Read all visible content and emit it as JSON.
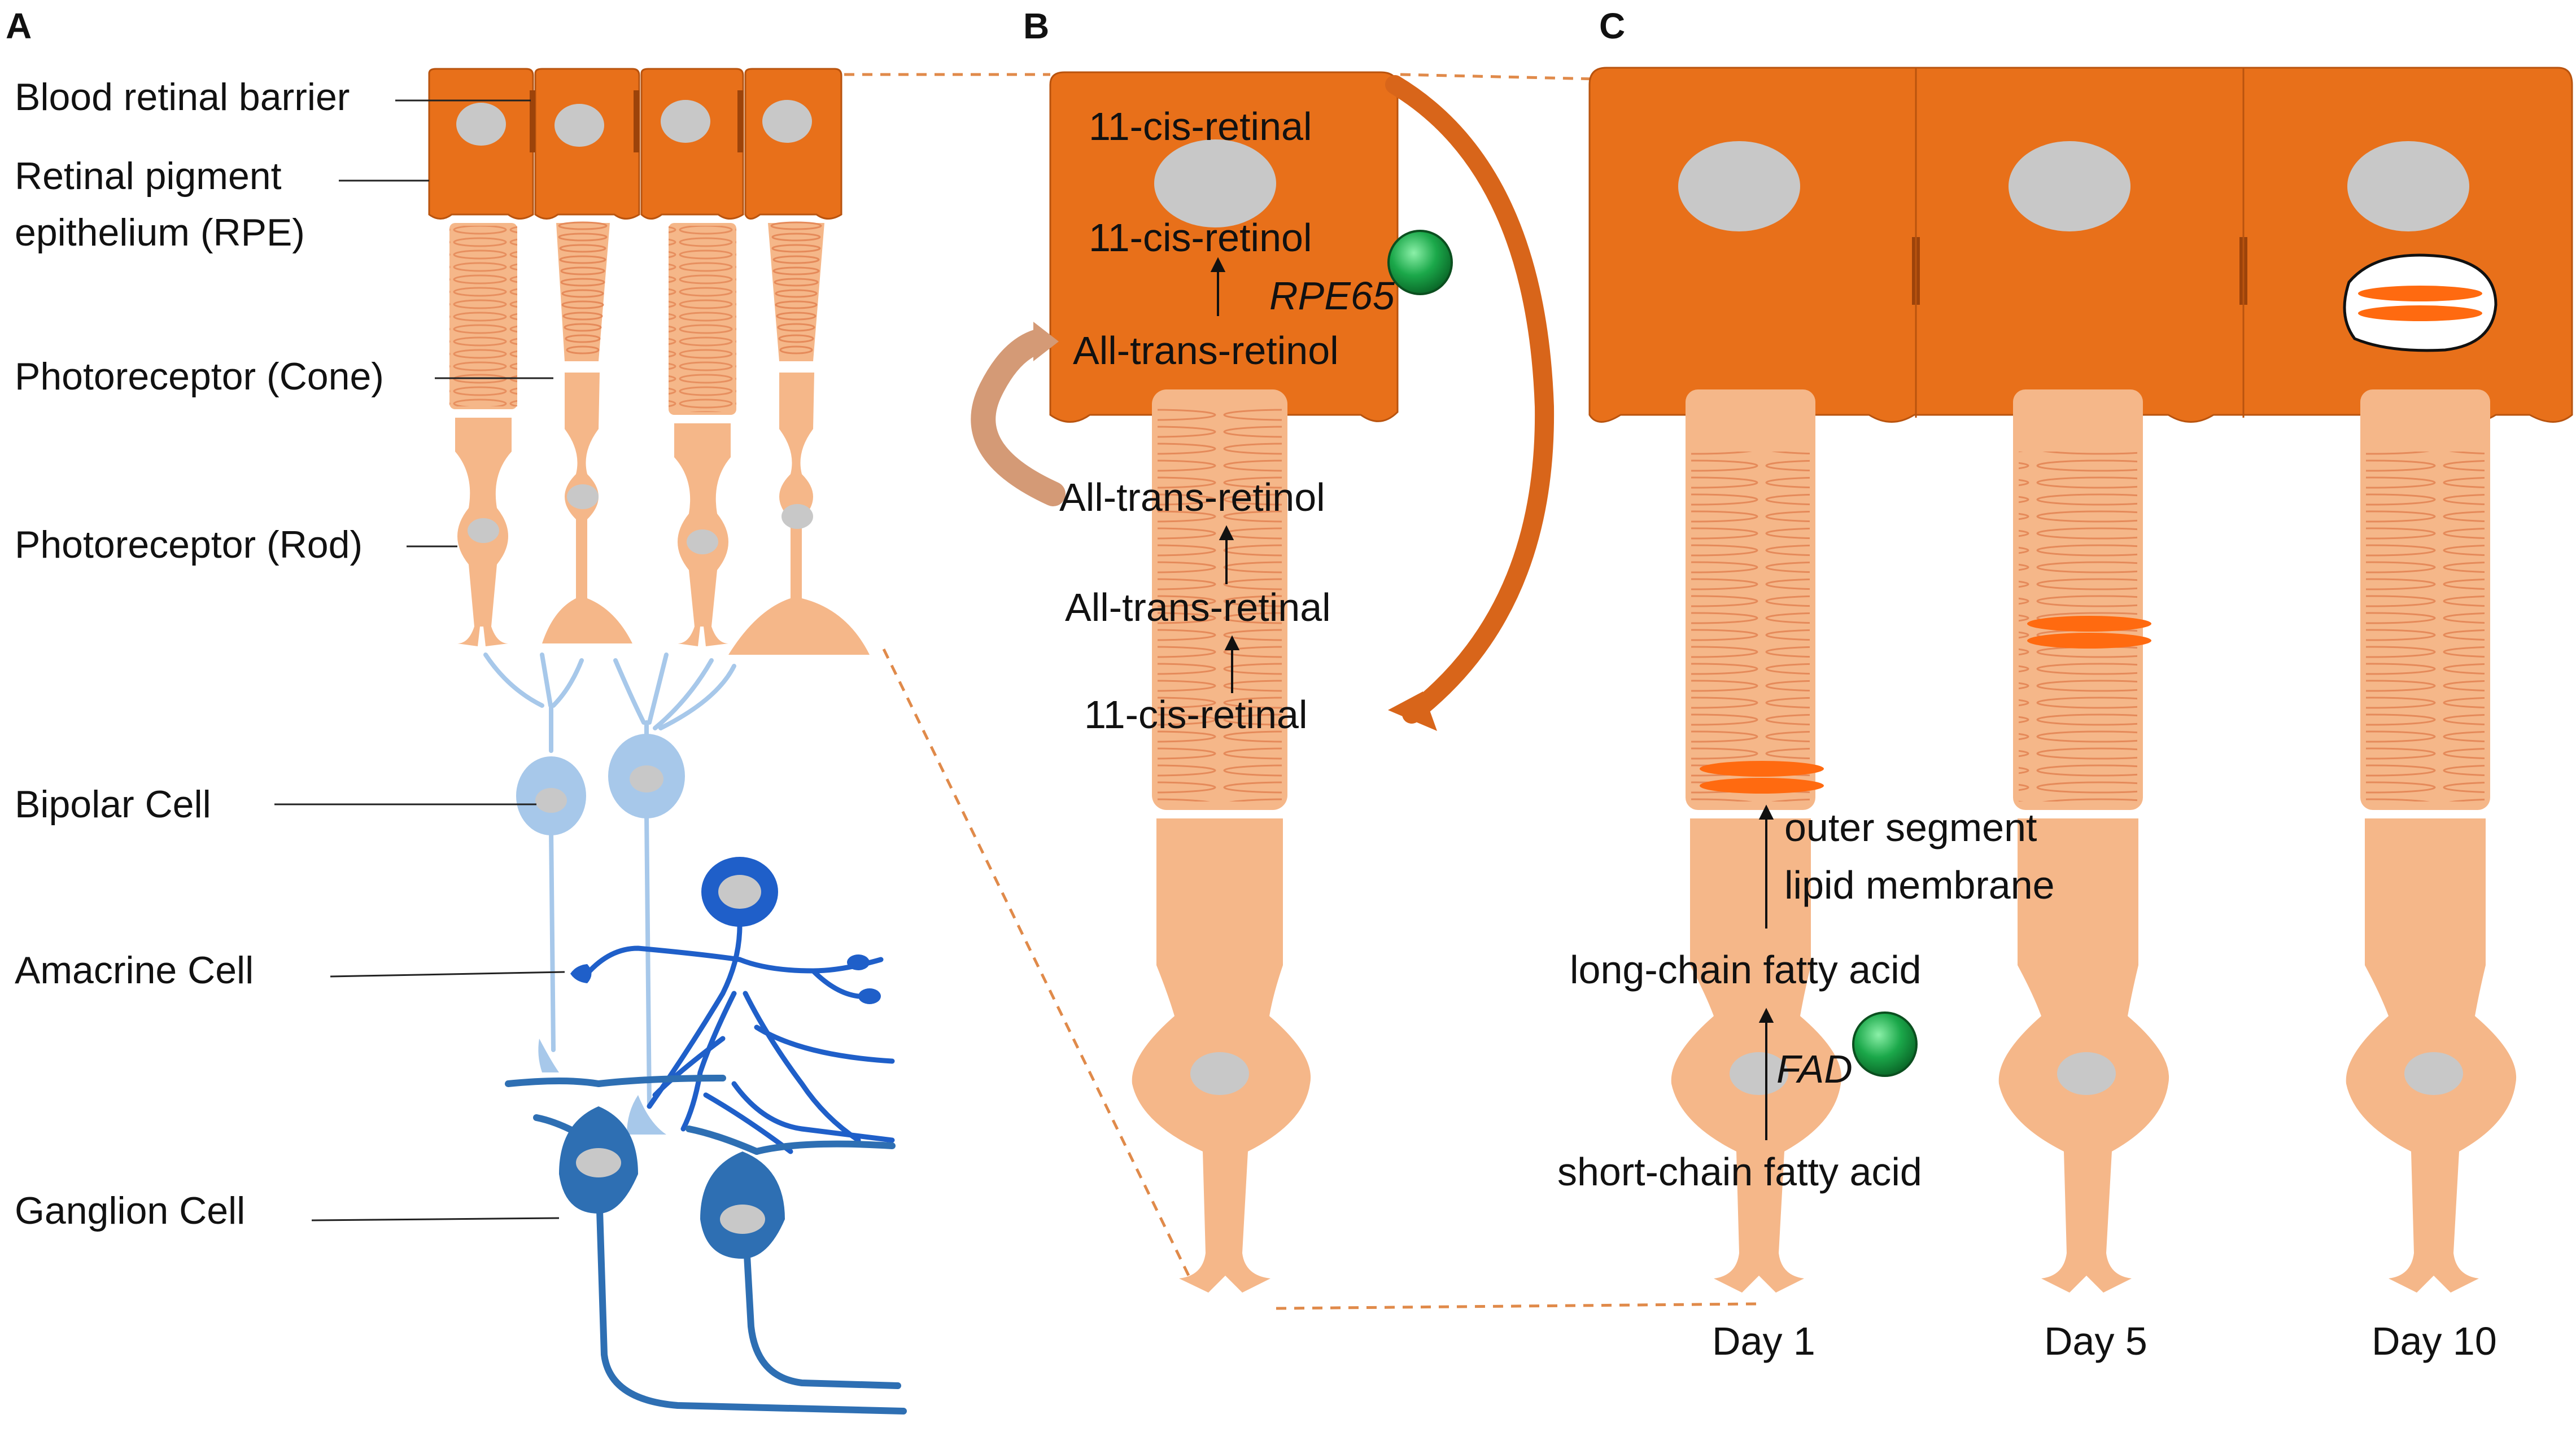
{
  "panels": {
    "a": "A",
    "b": "B",
    "c": "C"
  },
  "panel_a_labels": {
    "blood_retinal_barrier": "Blood retinal barrier",
    "rpe_line1": "Retinal pigment",
    "rpe_line2": "epithelium (RPE)",
    "cone": "Photoreceptor (Cone)",
    "rod": "Photoreceptor (Rod)",
    "bipolar": "Bipolar Cell",
    "amacrine": "Amacrine Cell",
    "ganglion": "Ganglion Cell"
  },
  "panel_b_labels": {
    "rpe_11_cis_retinal": "11-cis-retinal",
    "rpe_11_cis_retinol": "11-cis-retinol",
    "rpe65": "RPE65",
    "rpe_all_trans_retinol": "All-trans-retinol",
    "pr_all_trans_retinol": "All-trans-retinol",
    "pr_all_trans_retinal": "All-trans-retinal",
    "pr_11_cis_retinal": "11-cis-retinal"
  },
  "panel_c_labels": {
    "outer_segment_line1": "outer segment",
    "outer_segment_line2": "lipid membrane",
    "long_chain": "long-chain fatty acid",
    "fad": "FAD",
    "short_chain": "short-chain fatty acid",
    "day1": "Day 1",
    "day5": "Day 5",
    "day10": "Day 10"
  },
  "colors": {
    "rpe_orange": "#E8701A",
    "rpe_border": "#B9530E",
    "photoreceptor_peach": "#F5B789",
    "photoreceptor_line": "#E58A5A",
    "nucleus_gray": "#C8C8C8",
    "enzyme_green": "#1BA84A",
    "lipid_orange": "#FF6A10",
    "bipolar_blue": "#A7C8EA",
    "amacrine_blue": "#1F5FC9",
    "ganglion_blue": "#2E6FB3",
    "dashed_connector": "#E08A4A"
  }
}
